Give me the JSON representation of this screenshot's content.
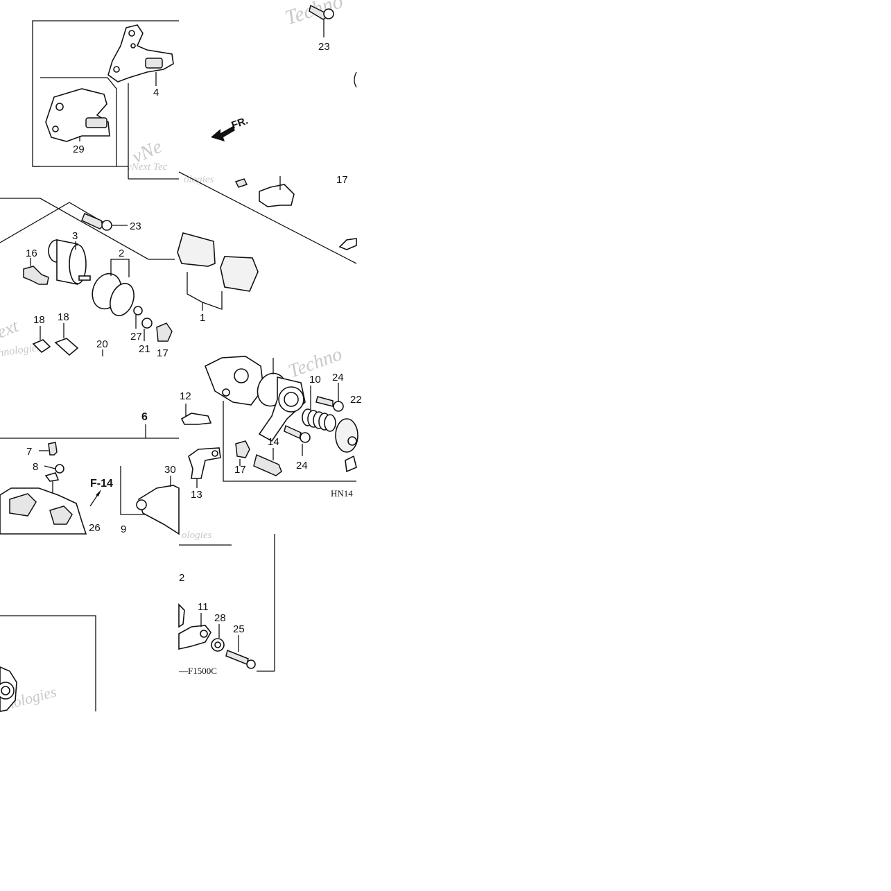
{
  "diagram": {
    "code": "HN14",
    "code_bottom": "F1500C",
    "front_label": "FR.",
    "reference_label": "F-14",
    "watermark": [
      "Techno",
      "ext",
      "hnologies",
      "vNext Tec",
      "ologies",
      "Techno",
      "vNe",
      "ologies",
      "xt",
      "hnologies"
    ]
  },
  "callouts": [
    {
      "id": "23a",
      "text": "23"
    },
    {
      "id": "4",
      "text": "4"
    },
    {
      "id": "29",
      "text": "29"
    },
    {
      "id": "23b",
      "text": "23"
    },
    {
      "id": "3",
      "text": "3"
    },
    {
      "id": "16",
      "text": "16"
    },
    {
      "id": "2a",
      "text": "2"
    },
    {
      "id": "1",
      "text": "1"
    },
    {
      "id": "18a",
      "text": "18"
    },
    {
      "id": "18b",
      "text": "18"
    },
    {
      "id": "20",
      "text": "20"
    },
    {
      "id": "27",
      "text": "27"
    },
    {
      "id": "21",
      "text": "21"
    },
    {
      "id": "17a",
      "text": "17"
    },
    {
      "id": "17b",
      "text": "17"
    },
    {
      "id": "6",
      "text": "6"
    },
    {
      "id": "12",
      "text": "12"
    },
    {
      "id": "10",
      "text": "10"
    },
    {
      "id": "24a",
      "text": "24"
    },
    {
      "id": "22",
      "text": "22"
    },
    {
      "id": "14",
      "text": "14"
    },
    {
      "id": "24b",
      "text": "24"
    },
    {
      "id": "17c",
      "text": "17"
    },
    {
      "id": "13",
      "text": "13"
    },
    {
      "id": "7",
      "text": "7"
    },
    {
      "id": "8",
      "text": "8"
    },
    {
      "id": "30",
      "text": "30"
    },
    {
      "id": "26",
      "text": "26"
    },
    {
      "id": "9",
      "text": "9"
    },
    {
      "id": "2b",
      "text": "2"
    },
    {
      "id": "11",
      "text": "11"
    },
    {
      "id": "28",
      "text": "28"
    },
    {
      "id": "25",
      "text": "25"
    }
  ]
}
